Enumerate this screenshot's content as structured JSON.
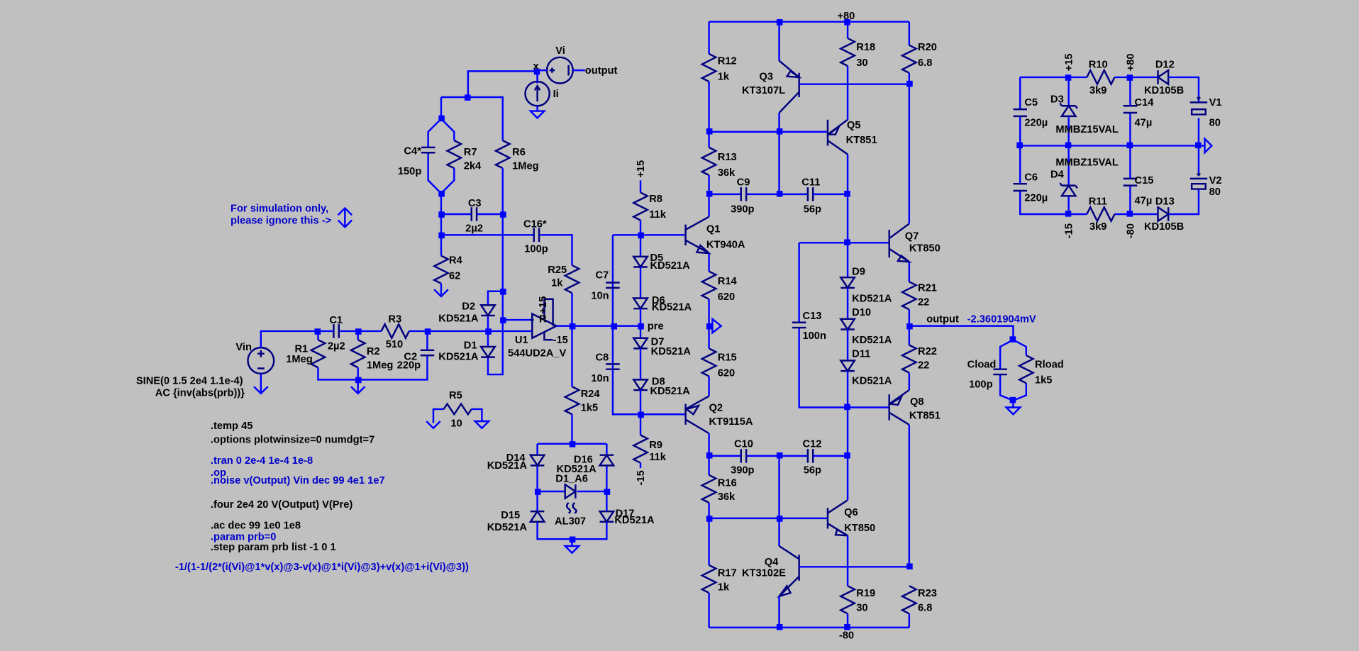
{
  "colors": {
    "background": "#c0c0c0",
    "wire": "#0000ff",
    "component": "#000080",
    "label": "#000000",
    "directive_active": "#0000cc"
  },
  "note": {
    "line1": "For simulation only,",
    "line2": "please ignore this ->"
  },
  "directives": {
    "temp": ".temp 45",
    "options": ".options plotwinsize=0 numdgt=7",
    "tran": ".tran 0 2e-4 1e-4 1e-8",
    "op": ".op",
    "noise": ".noise v(Output) Vin dec 99 4e1 1e7",
    "four": ".four 2e4 20 V(Output) V(Pre)",
    "ac": ".ac dec 99 1e0 1e8",
    "param": ".param prb=0",
    "step": ".step param prb list -1 0 1",
    "expression": "-1/(1-1/(2*(i(Vi)@1*v(x)@3-v(x)@1*i(Vi)@3)+v(x)@1+i(Vi)@3))"
  },
  "source": {
    "name": "Vin",
    "value1": "SINE(0 1.5 2e4 1.1e-4)",
    "value2": "AC {inv(abs(prb))}"
  },
  "nets": {
    "x": "x",
    "output": "output",
    "pre": "pre",
    "output_readout": "-2.3601904mV",
    "p80": "+80",
    "m80": "-80",
    "p15": "+15",
    "m15": "-15"
  },
  "components": {
    "R1": {
      "name": "R1",
      "value": "1Meg"
    },
    "R2": {
      "name": "R2",
      "value": "1Meg"
    },
    "R3": {
      "name": "R3",
      "value": "510"
    },
    "R4": {
      "name": "R4",
      "value": "62"
    },
    "R5": {
      "name": "R5",
      "value": "10"
    },
    "R6": {
      "name": "R6",
      "value": "1Meg"
    },
    "R7": {
      "name": "R7",
      "value": "2k4"
    },
    "R8": {
      "name": "R8",
      "value": "11k"
    },
    "R9": {
      "name": "R9",
      "value": "11k"
    },
    "R10": {
      "name": "R10",
      "value": "3k9"
    },
    "R11": {
      "name": "R11",
      "value": "3k9"
    },
    "R12": {
      "name": "R12",
      "value": "1k"
    },
    "R13": {
      "name": "R13",
      "value": "36k"
    },
    "R14": {
      "name": "R14",
      "value": "620"
    },
    "R15": {
      "name": "R15",
      "value": "620"
    },
    "R16": {
      "name": "R16",
      "value": "36k"
    },
    "R17": {
      "name": "R17",
      "value": "1k"
    },
    "R18": {
      "name": "R18",
      "value": "30"
    },
    "R19": {
      "name": "R19",
      "value": "30"
    },
    "R20": {
      "name": "R20",
      "value": "6.8"
    },
    "R21": {
      "name": "R21",
      "value": "22"
    },
    "R22": {
      "name": "R22",
      "value": "22"
    },
    "R23": {
      "name": "R23",
      "value": "6.8"
    },
    "R24": {
      "name": "R24",
      "value": "1k5"
    },
    "R25": {
      "name": "R25",
      "value": "1k"
    },
    "Rload": {
      "name": "Rload",
      "value": "1k5"
    },
    "C1": {
      "name": "C1",
      "value": "2µ2"
    },
    "C2": {
      "name": "C2",
      "value": "220p"
    },
    "C3": {
      "name": "C3",
      "value": "2µ2"
    },
    "C4": {
      "name": "C4*",
      "value": "150p"
    },
    "C5": {
      "name": "C5",
      "value": "220µ"
    },
    "C6": {
      "name": "C6",
      "value": "220µ"
    },
    "C7": {
      "name": "C7",
      "value": "10n"
    },
    "C8": {
      "name": "C8",
      "value": "10n"
    },
    "C9": {
      "name": "C9",
      "value": "390p"
    },
    "C10": {
      "name": "C10",
      "value": "390p"
    },
    "C11": {
      "name": "C11",
      "value": "56p"
    },
    "C12": {
      "name": "C12",
      "value": "56p"
    },
    "C13": {
      "name": "C13",
      "value": "100n"
    },
    "C14": {
      "name": "C14",
      "value": "47µ"
    },
    "C15": {
      "name": "C15",
      "value": "47µ"
    },
    "C16": {
      "name": "C16*",
      "value": "100p"
    },
    "Cload": {
      "name": "Cload",
      "value": "100p"
    },
    "D1": {
      "name": "D1",
      "value": "KD521A"
    },
    "D2": {
      "name": "D2",
      "value": "KD521A"
    },
    "D3": {
      "name": "D3",
      "value": "MMBZ15VAL"
    },
    "D4": {
      "name": "D4",
      "value": "MMBZ15VAL"
    },
    "D5": {
      "name": "D5",
      "value": "KD521A"
    },
    "D6": {
      "name": "D6",
      "value": "KD521A"
    },
    "D7": {
      "name": "D7",
      "value": "KD521A"
    },
    "D8": {
      "name": "D8",
      "value": "KD521A"
    },
    "D9": {
      "name": "D9",
      "value": "KD521A"
    },
    "D10": {
      "name": "D10",
      "value": "KD521A"
    },
    "D11": {
      "name": "D11",
      "value": "KD521A"
    },
    "D12": {
      "name": "D12",
      "value": "KD105B"
    },
    "D13": {
      "name": "D13",
      "value": "KD105B"
    },
    "D14": {
      "name": "D14",
      "value": "KD521A"
    },
    "D15": {
      "name": "D15",
      "value": "KD521A"
    },
    "D16": {
      "name": "D16",
      "value": "KD521A"
    },
    "D17": {
      "name": "D17",
      "value": "KD521A"
    },
    "LED": {
      "name": "D1_A6",
      "value": "AL307"
    },
    "Q1": {
      "name": "Q1",
      "value": "KT940A"
    },
    "Q2": {
      "name": "Q2",
      "value": "KT9115A"
    },
    "Q3": {
      "name": "Q3",
      "value": "KT3107L"
    },
    "Q4": {
      "name": "Q4",
      "value": "KT3102E"
    },
    "Q5": {
      "name": "Q5",
      "value": "KT851"
    },
    "Q6": {
      "name": "Q6",
      "value": "KT850"
    },
    "Q7": {
      "name": "Q7",
      "value": "KT850"
    },
    "Q8": {
      "name": "Q8",
      "value": "KT851"
    },
    "U1": {
      "name": "U1",
      "value": "544UD2A_V",
      "vpos": "+15",
      "vneg": "-15"
    },
    "Vi": {
      "name": "Vi"
    },
    "Ii": {
      "name": "Ii"
    },
    "V1": {
      "name": "V1",
      "value": "80"
    },
    "V2": {
      "name": "V2",
      "value": "80"
    }
  }
}
